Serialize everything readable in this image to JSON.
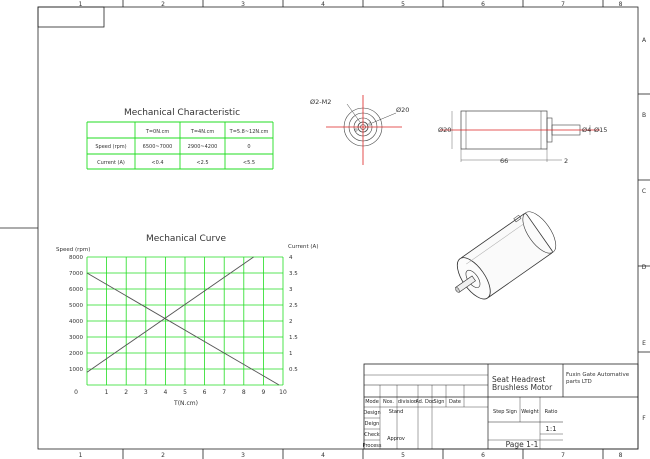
{
  "frame": {
    "col_labels": [
      "1",
      "2",
      "3",
      "4",
      "5",
      "6",
      "7",
      "8"
    ],
    "row_labels": [
      "A",
      "B",
      "C",
      "D",
      "E",
      "F"
    ]
  },
  "table": {
    "title": "Mechanical Characteristic",
    "headers": [
      "",
      "T=0N.cm",
      "T=4N.cm",
      "T=5.8~12N.cm"
    ],
    "rows": [
      {
        "label": "Speed (rpm)",
        "values": [
          "6500~7000",
          "2900~4200",
          "0"
        ]
      },
      {
        "label": "Current (A)",
        "values": [
          "<0.4",
          "<2.5",
          "<5.5"
        ]
      }
    ]
  },
  "front_view": {
    "hole_label": "Ø2-M2",
    "dia_label": "Ø20"
  },
  "side_view": {
    "body_dia": "Ø20",
    "shaft_small": "Ø4",
    "shaft_dia": "Ø15",
    "length": "66",
    "shaft_len": "2"
  },
  "chart_data": {
    "type": "line",
    "title": "Mechanical Curve",
    "ylabel": "Speed (rpm)",
    "y2label": "Current (A)",
    "xlabel": "T(N.cm)",
    "xlim": [
      0,
      10
    ],
    "ylim": [
      0,
      8000
    ],
    "y2lim": [
      0,
      4
    ],
    "grid": true,
    "x_ticks": [
      "0",
      "1",
      "2",
      "3",
      "4",
      "5",
      "6",
      "7",
      "8",
      "9",
      "10"
    ],
    "y_ticks": [
      "1000",
      "2000",
      "3000",
      "4000",
      "5000",
      "6000",
      "7000",
      "8000"
    ],
    "y2_ticks": [
      "0.5",
      "1",
      "1.5",
      "2",
      "2.5",
      "3",
      "3.5",
      "4"
    ],
    "speed_line": [
      [
        0,
        7000
      ],
      [
        9.8,
        0
      ]
    ],
    "current_line": [
      [
        0,
        0.4
      ],
      [
        8.5,
        4
      ]
    ]
  },
  "title_block": {
    "product": "Seat Headrest\nBrushless Motor",
    "company": "Fuxin Gate Automative\nparts LTD",
    "row_headers": [
      "Mode",
      "Nos.",
      "division",
      "Ad. Doc",
      "Sign",
      "Date"
    ],
    "roles": [
      "Design",
      "Deign",
      "Check",
      "Process"
    ],
    "stand": "Stand",
    "approv": "Approv",
    "step_sign": "Step Sign",
    "weight": "Weight",
    "ratio": "Ratio",
    "ratio_value": "1:1",
    "page": "Page  1-1"
  }
}
